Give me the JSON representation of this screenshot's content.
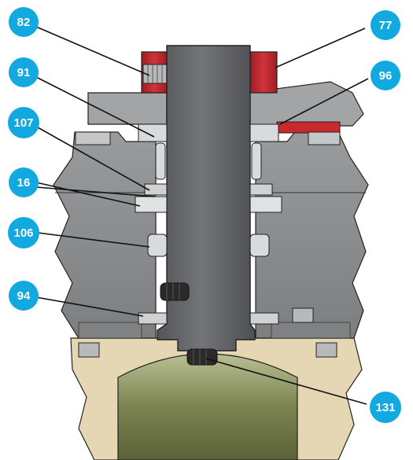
{
  "colors": {
    "callout_fill": "#12a9e0",
    "callout_text": "#ffffff",
    "housing_gray": "#8f9091",
    "housing_dark": "#6d6e70",
    "shaft_gray": "#6a6b6d",
    "red_part": "#c8282e",
    "tan_part": "#e6d7b4",
    "olive_part": "#8d9460",
    "seal_light": "#d8dadb"
  },
  "callouts": [
    {
      "id": "82",
      "label": "82"
    },
    {
      "id": "77",
      "label": "77"
    },
    {
      "id": "91",
      "label": "91"
    },
    {
      "id": "96",
      "label": "96"
    },
    {
      "id": "107",
      "label": "107"
    },
    {
      "id": "16",
      "label": "16"
    },
    {
      "id": "106",
      "label": "106"
    },
    {
      "id": "94",
      "label": "94"
    },
    {
      "id": "131",
      "label": "131"
    }
  ]
}
